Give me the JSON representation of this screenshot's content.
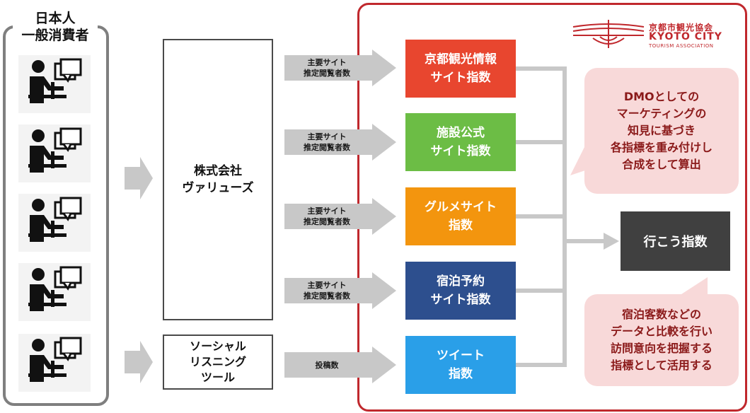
{
  "consumers": {
    "label": "日本人\n一般消費者"
  },
  "company": {
    "label": "株式会社\nヴァリューズ"
  },
  "social_tool": {
    "label": "ソーシャル\nリスニング\nツール"
  },
  "arrows": [
    {
      "label": "主要サイト\n推定閲覧者数"
    },
    {
      "label": "主要サイト\n推定閲覧者数"
    },
    {
      "label": "主要サイト\n推定閲覧者数"
    },
    {
      "label": "主要サイト\n推定閲覧者数"
    },
    {
      "label": "投稿数"
    }
  ],
  "indices": [
    {
      "label": "京都観光情報\nサイト指数",
      "color": "#e8462f"
    },
    {
      "label": "施設公式\nサイト指数",
      "color": "#6cbd45"
    },
    {
      "label": "グルメサイト\n指数",
      "color": "#f3950e"
    },
    {
      "label": "宿泊予約\nサイト指数",
      "color": "#2d4f8e"
    },
    {
      "label": "ツイート\n指数",
      "color": "#2a9fe8"
    }
  ],
  "result": {
    "label": "行こう指数"
  },
  "notes": {
    "top": "DMOとしての\nマーケティングの\n知見に基づき\n各指標を重み付けし\n合成をして算出",
    "bottom": "宿泊客数などの\nデータと比較を行い\n訪問意向を把握する\n指標として活用する"
  },
  "logo": {
    "jp": "京都市観光協会",
    "en": "KYOTO CITY",
    "sub": "TOURISM ASSOCIATION",
    "color": "#c0282d"
  },
  "icons": {
    "user": "person-at-computer-icon"
  }
}
